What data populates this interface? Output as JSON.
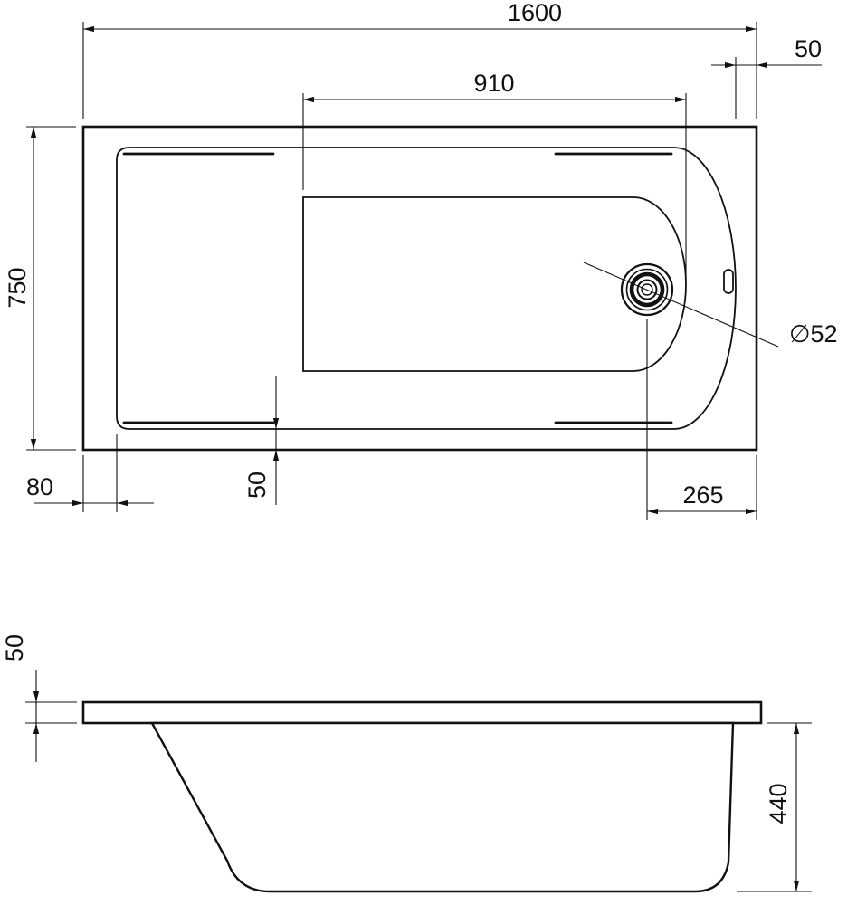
{
  "drawing": {
    "top_view": {
      "overall_length": "1600",
      "overall_width": "750",
      "floor_length": "910",
      "rim_width_head_end": "50",
      "rim_width_foot_end": "80",
      "rim_width_side": "50",
      "drain_offset_from_right": "265",
      "drain_diameter": "∅52"
    },
    "side_view": {
      "rim_height": "50",
      "tub_depth": "440"
    }
  }
}
